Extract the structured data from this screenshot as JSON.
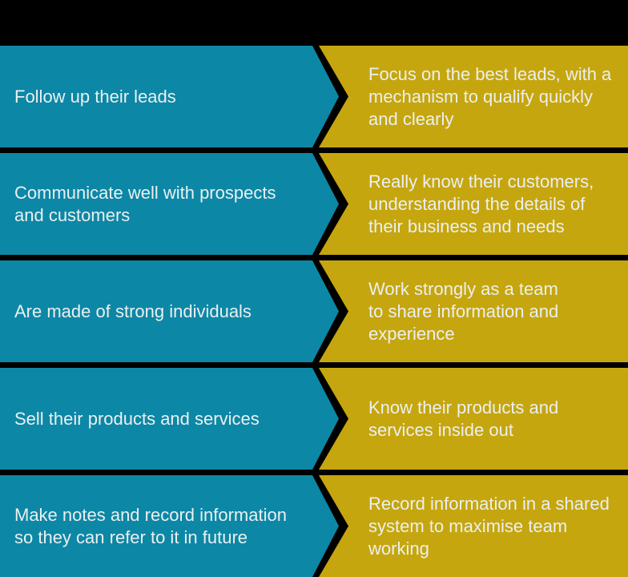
{
  "colors": {
    "background": "#000000",
    "left_arrow": "#0D87A6",
    "right_chevron": "#C6A60F",
    "text": "#EAF0F0"
  },
  "rows": [
    {
      "left": "Follow up their leads",
      "right": "Focus on the best leads, with a\nmechanism to qualify quickly\nand clearly"
    },
    {
      "left": "Communicate well with prospects\nand customers",
      "right": "Really know their customers,\nunderstanding the details of\ntheir business and needs"
    },
    {
      "left": "Are made of strong individuals",
      "right": "Work strongly as a team\nto share information and\nexperience"
    },
    {
      "left": "Sell their products and services",
      "right": "Know their products and\nservices inside out"
    },
    {
      "left": "Make notes and record information\nso they can refer to it in future",
      "right": "Record information in a shared\nsystem to maximise team\nworking"
    }
  ]
}
